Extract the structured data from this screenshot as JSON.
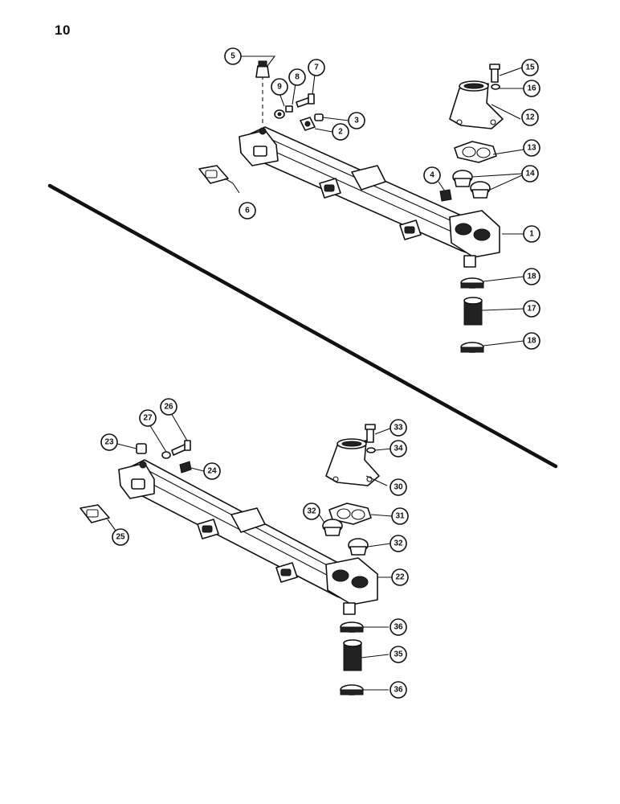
{
  "page": {
    "number": "10"
  },
  "upper_assembly": {
    "callouts": [
      "1",
      "2",
      "3",
      "4",
      "5",
      "6",
      "7",
      "8",
      "9",
      "12",
      "13",
      "14",
      "15",
      "16",
      "17",
      "18",
      "18"
    ]
  },
  "lower_assembly": {
    "callouts": [
      "22",
      "23",
      "24",
      "25",
      "26",
      "27",
      "30",
      "31",
      "32",
      "32",
      "33",
      "34",
      "35",
      "36",
      "36"
    ]
  }
}
